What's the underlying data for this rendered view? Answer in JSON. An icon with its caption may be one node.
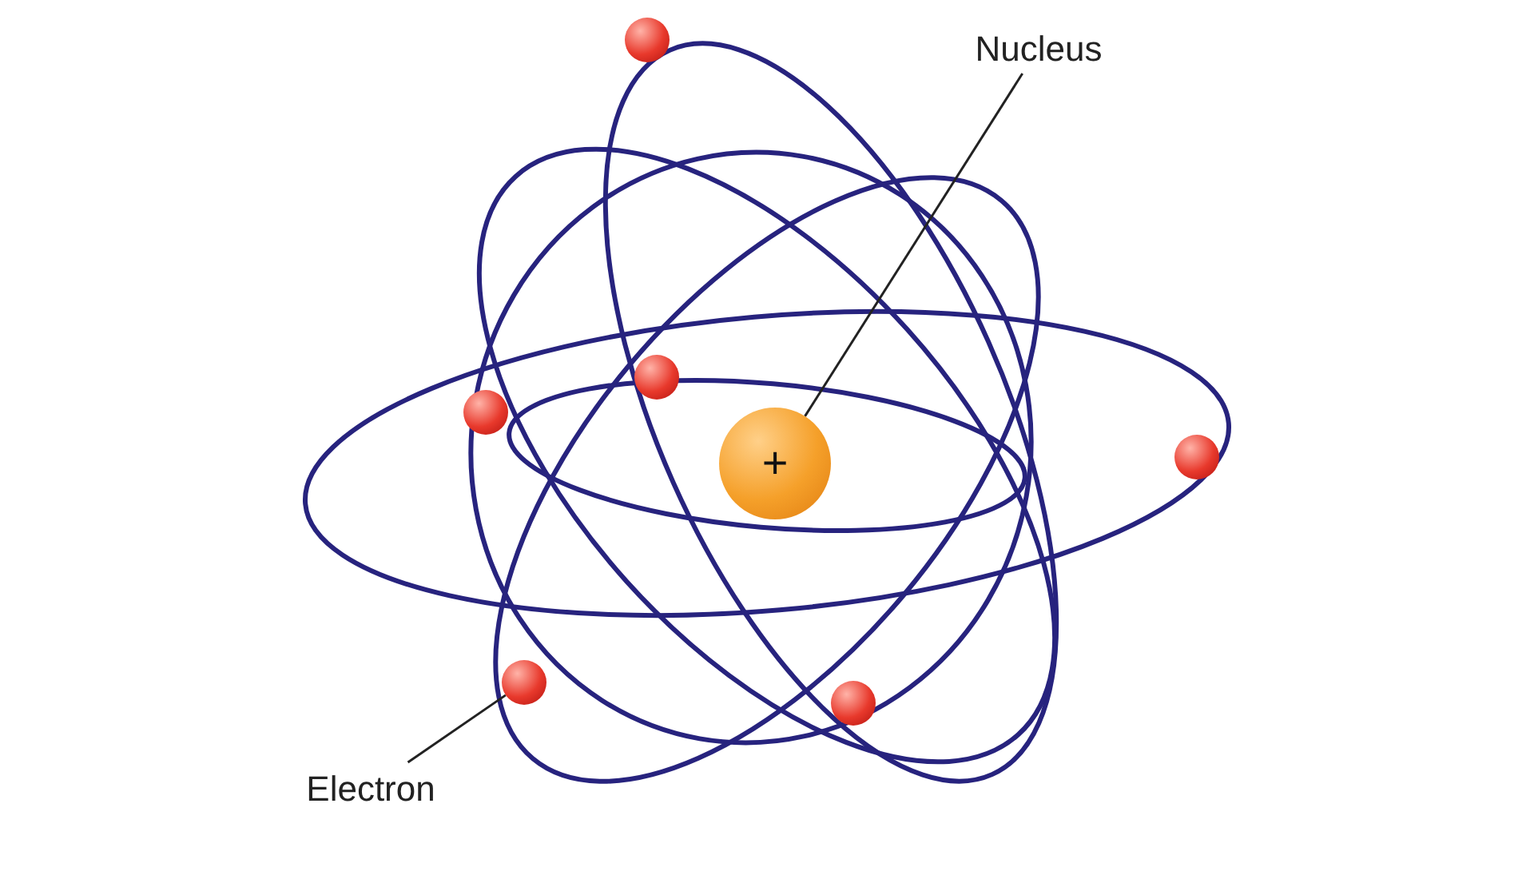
{
  "diagram": {
    "nodes": [
      {
        "text": [
          "Nucleus"
        ]
      },
      {
        "text": [
          "+"
        ]
      },
      {
        "text": [],
        "shape": "circle"
      },
      {
        "text": [],
        "shape": "circle"
      },
      {
        "text": [],
        "shape": "circle"
      },
      {
        "text": [],
        "shape": "circle"
      },
      {
        "text": [],
        "shape": "circle"
      },
      {
        "text": [],
        "shape": "circle"
      },
      {
        "text": [
          "Electron"
        ]
      }
    ],
    "edges": [
      {
        "from": 0,
        "to": 1,
        "arrow": "none"
      },
      {
        "from": 8,
        "to": 6,
        "arrow": "none"
      }
    ]
  }
}
